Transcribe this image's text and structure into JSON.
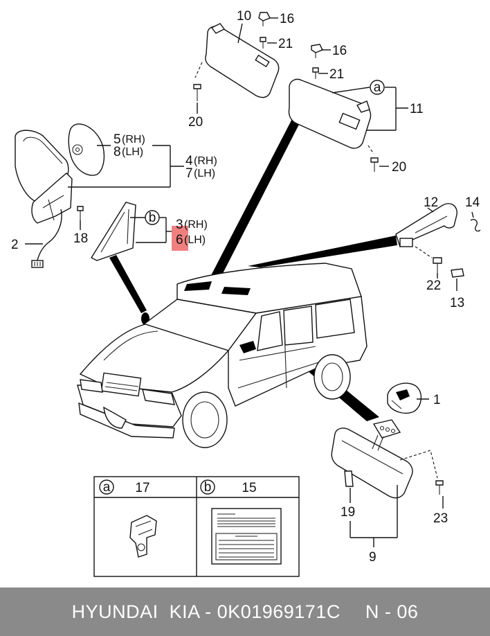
{
  "callouts": {
    "c1": "1",
    "c2": "2",
    "c3": "3",
    "c3_side": "(RH)",
    "c4": "4",
    "c4_side": "(RH)",
    "c5": "5",
    "c5_side": "(RH)",
    "c6": "6",
    "c6_side": "(LH)",
    "c7": "7",
    "c7_side": "(LH)",
    "c8": "8",
    "c8_side": "(LH)",
    "c9": "9",
    "c10": "10",
    "c11": "11",
    "c12": "12",
    "c13": "13",
    "c14": "14",
    "c16a": "16",
    "c16b": "16",
    "c18": "18",
    "c19": "19",
    "c20a": "20",
    "c20b": "20",
    "c21a": "21",
    "c21b": "21",
    "c22": "22",
    "c23": "23"
  },
  "circle_refs": {
    "a": "a",
    "b": "b"
  },
  "legend": {
    "cell_a_letter": "a",
    "cell_a_part": "17",
    "cell_b_letter": "b",
    "cell_b_part": "15"
  },
  "highlight_color": "#f08080",
  "footer": {
    "brand": "HYUNDAI  KIA - 0K01969171C",
    "page": "N - 06",
    "background": "#8a8a8a"
  }
}
